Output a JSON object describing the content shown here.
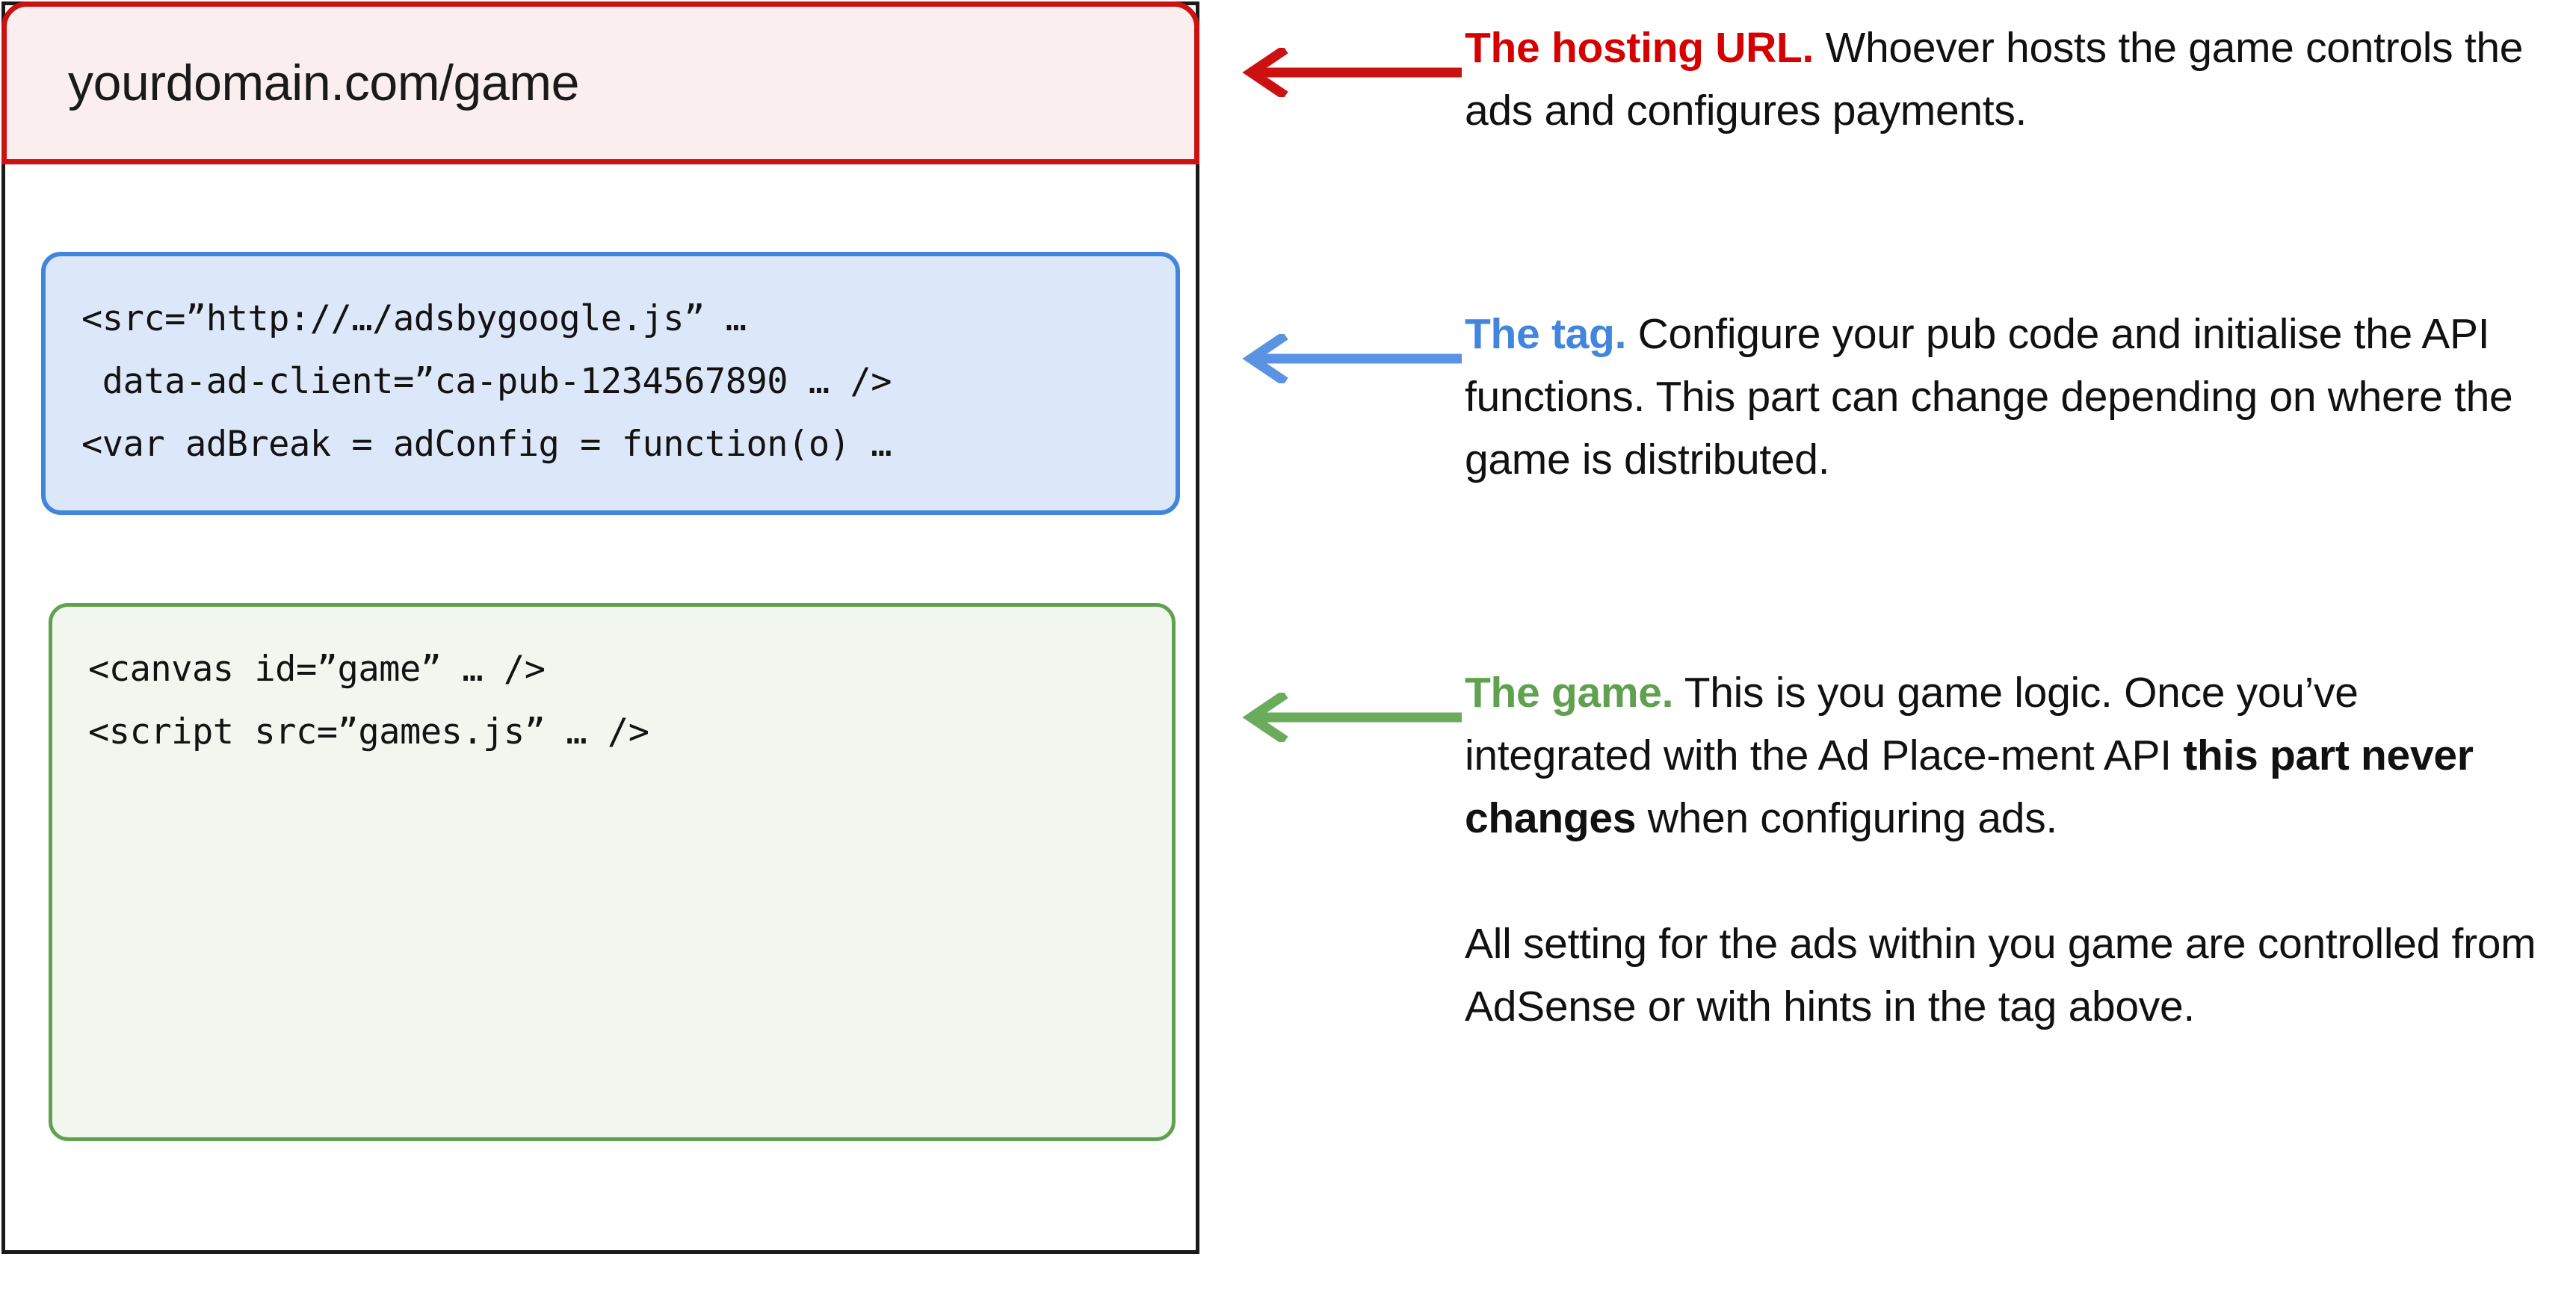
{
  "page_mock": {
    "url_bar": {
      "url": "yourdomain.com/game",
      "accent_color": "#cc1111",
      "fill_color": "#fbeeee"
    },
    "tag_block": {
      "accent_color": "#4285dc",
      "fill_color": "#dce8f9",
      "lines": [
        "<src=”http://…/adsbygoogle.js” …",
        " data-ad-client=”ca-pub-1234567890 … />",
        "<var adBreak = adConfig = function(o) …"
      ]
    },
    "game_block": {
      "accent_color": "#5fa14f",
      "fill_color": "#f1f7ef",
      "lines": [
        "<canvas id=”game” … />",
        "<script src=”games.js” … />"
      ]
    }
  },
  "annotations": [
    {
      "id": "note-url",
      "arrow_color": "#cc1111",
      "lead": "The hosting URL.",
      "paragraphs": [
        {
          "text_before": " Whoever hosts the game controls the ads and configures payments.",
          "bold": "",
          "text_after": ""
        }
      ]
    },
    {
      "id": "note-tag",
      "arrow_color": "#5b93e3",
      "lead": "The tag.",
      "paragraphs": [
        {
          "text_before": " Configure your pub code and initialise the API functions. This part can change depending on where the game is distributed.",
          "bold": "",
          "text_after": ""
        }
      ]
    },
    {
      "id": "note-game",
      "arrow_color": "#6aab5c",
      "lead": "The game.",
      "paragraphs": [
        {
          "text_before": " This is you game logic. Once you’ve integrated with the Ad Place-ment API ",
          "bold": "this part never changes",
          "text_after": " when configuring ads."
        },
        {
          "text_before": "All setting for the ads within you game are controlled from AdSense or with hints in the tag above.",
          "bold": "",
          "text_after": ""
        }
      ]
    }
  ]
}
